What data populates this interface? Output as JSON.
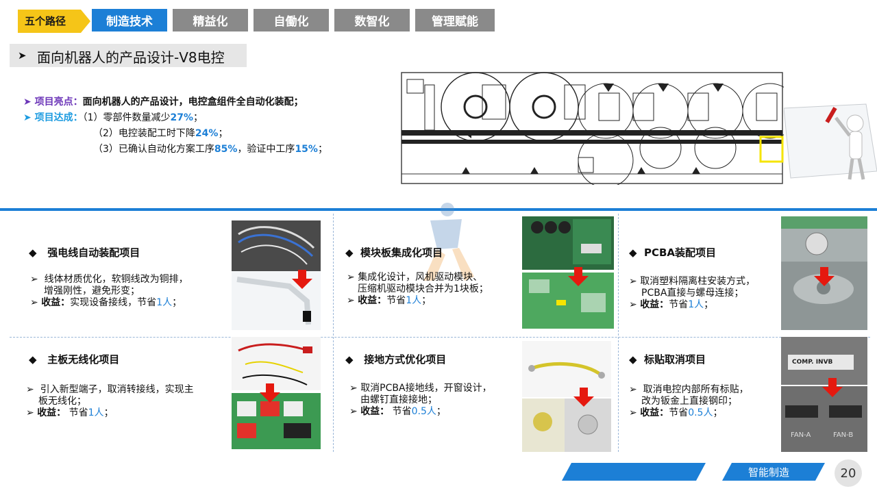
{
  "nav": {
    "tag": "五个路径",
    "tabs": [
      "制造技术",
      "精益化",
      "自働化",
      "数智化",
      "管理赋能"
    ]
  },
  "title": "面向机器人的产品设计-V8电控",
  "highlight": {
    "label1": "项目亮点：",
    "text1": "面向机器人的产品设计，电控盒组件全自动化装配；",
    "label2": "项目达成：",
    "l1a": "（1）零部件数量减少",
    "l1b": "27%",
    "l1c": "；",
    "l2a": "（2）电控装配工时下降",
    "l2b": "24%",
    "l2c": "；",
    "l3a": "（3）已确认自动化方案工序",
    "l3b": "85%",
    "l3c": "，验证中工序",
    "l3d": "15%",
    "l3e": "；"
  },
  "cards": [
    {
      "title": "强电线自动装配项目",
      "t1": "线体材质优化，软铜线改为铜排，",
      "t2": "增强刚性，避免形变；",
      "g1": "收益：",
      "g2": "实现设备接线，节省",
      "g3": "1人",
      "g4": "；"
    },
    {
      "title": "模块板集成化项目",
      "t1": "集成化设计，风机驱动模块、",
      "t2": "压缩机驱动模块合并为1块板；",
      "g1": "收益：",
      "g2": "节省",
      "g3": "1人",
      "g4": "；"
    },
    {
      "title": "PCBA装配项目",
      "t1": "取消塑料隔离柱安装方式，",
      "t2": "PCBA直接与螺母连接；",
      "g1": "收益：",
      "g2": "节省",
      "g3": "1人",
      "g4": "；"
    },
    {
      "title": "主板无线化项目",
      "t1": "引入新型端子，取消转接线，实现主",
      "t2": "板无线化；",
      "g1": "收益：",
      "g2": "节省",
      "g3": "1人",
      "g4": "；"
    },
    {
      "title": "接地方式优化项目",
      "t1": "取消PCBA接地线，开窗设计，",
      "t2": "由螺钉直接接地；",
      "g1": "收益：",
      "g2": "节省",
      "g3": "0.5人",
      "g4": "；"
    },
    {
      "title": "标贴取消项目",
      "t1": "取消电控内部所有标贴，",
      "t2": "改为钣金上直接钢印；",
      "g1": "收益：",
      "g2": "节省",
      "g3": "0.5人",
      "g4": "；"
    }
  ],
  "photo_labels": {
    "comp": "COMP. INVB",
    "fan_a": "FAN-A",
    "fan_b": "FAN-B"
  },
  "footer": {
    "text": "智能制造",
    "page": "20"
  },
  "colors": {
    "accent": "#1c7fd6",
    "tag_yellow": "#f5c518",
    "label_purple": "#6b35b8",
    "arrow_red": "#e5190f"
  }
}
